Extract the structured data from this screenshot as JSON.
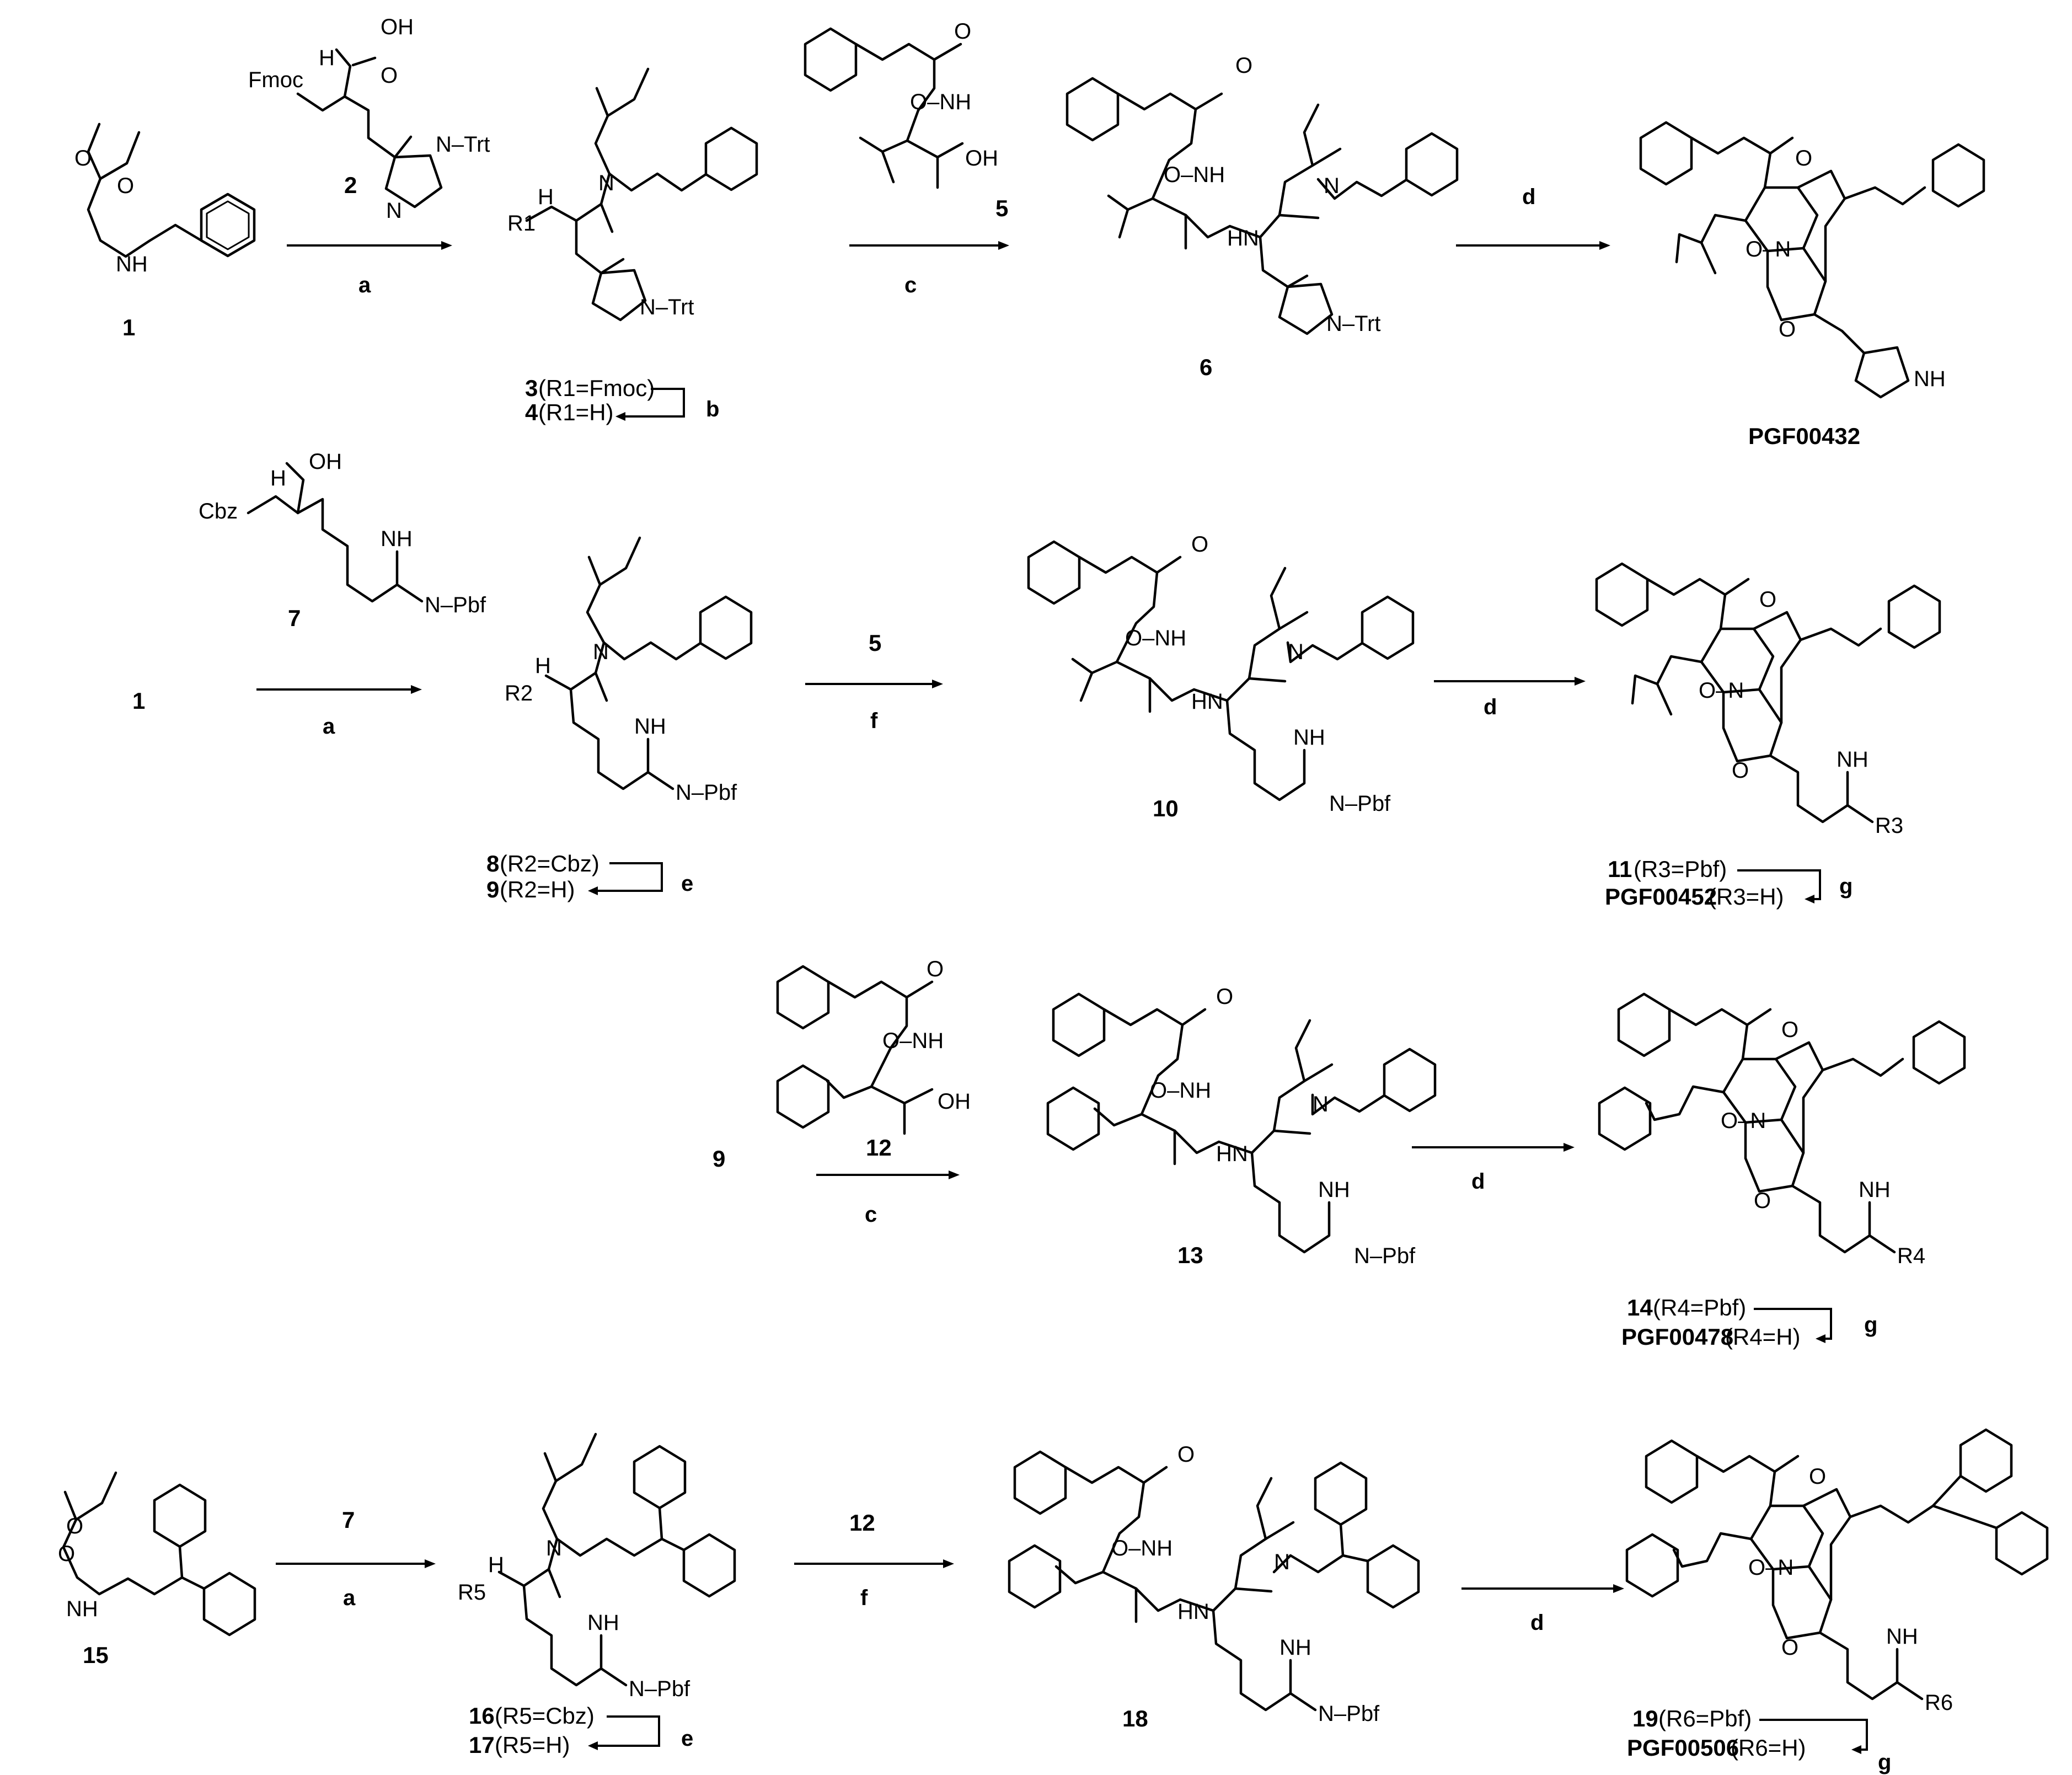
{
  "figure": {
    "compounds": {
      "c1": "1",
      "c2": "2",
      "c3": "3",
      "c4": "4",
      "c5": "5",
      "c6": "6",
      "c7": "7",
      "c8": "8",
      "c9": "9",
      "c10": "10",
      "c11": "11",
      "c12": "12",
      "c13": "13",
      "c14": "14",
      "c15": "15",
      "c16": "16",
      "c17": "17",
      "c18": "18",
      "c19": "19",
      "pgf432": "PGF00432",
      "pgf452": "PGF00452",
      "pgf478": "PGF00478",
      "pgf506": "PGF00506",
      "c1_row2": "1",
      "c9_row3": "9",
      "c5_reagent": "5",
      "c7_reagent": "7",
      "c12_reagent": "12"
    },
    "substituents": {
      "s3": " (R1=Fmoc)",
      "s4": " (R1=H)",
      "s8": " (R2=Cbz)",
      "s9": " (R2=H)",
      "s11": " (R3=Pbf)",
      "s452": " (R3=H)",
      "s14": " (R4=Pbf)",
      "s478": " (R4=H)",
      "s16": " (R5=Cbz)",
      "s17": " (R5=H)",
      "s19": " (R6=Pbf)",
      "s506": " (R6=H)"
    },
    "reagents": {
      "a1": "a",
      "c1": "c",
      "d1": "d",
      "b": "b",
      "a2": "a",
      "f1": "f",
      "d2": "d",
      "e1": "e",
      "g1": "g",
      "c2": "c",
      "d3": "d",
      "g2": "g",
      "a3": "a",
      "f2": "f",
      "d4": "d",
      "e2": "e",
      "g3": "g"
    },
    "atoms": {
      "O": "O",
      "OH": "OH",
      "N": "N",
      "H": "H",
      "NH": "NH",
      "HN": "HN",
      "Trt": "N–Trt",
      "Fmoc": "Fmoc",
      "Cbz": "Cbz",
      "Pbf": "Pbf",
      "R1": "R1",
      "R2": "R2",
      "R3": "R3",
      "R4": "R4",
      "R5": "R5",
      "R6": "R6",
      "NHPbf": "N–Pbf",
      "ON": "O–N",
      "ONH": "O–NH",
      "NHtop": "NH"
    }
  },
  "colors": {
    "ink": "#000000",
    "background": "#ffffff"
  }
}
